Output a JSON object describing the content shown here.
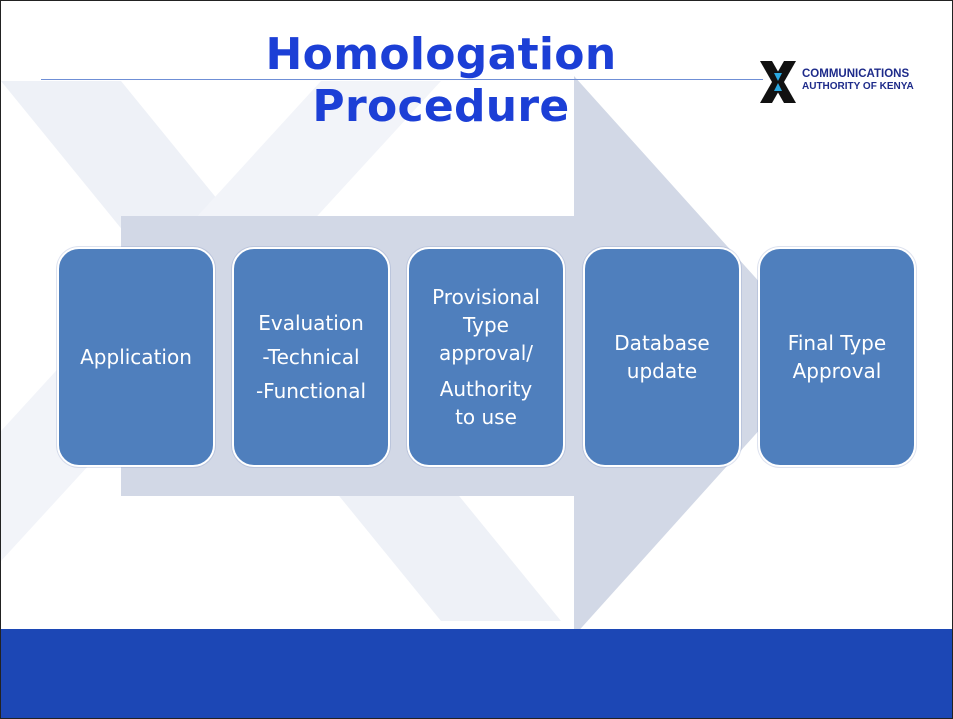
{
  "title": "Homologation Procedure",
  "logo": {
    "line1": "COMMUNICATIONS",
    "line2": "AUTHORITY OF KENYA",
    "icon": "x-mark-logo-icon"
  },
  "steps": [
    {
      "lines": [
        "Application"
      ]
    },
    {
      "lines": [
        "Evaluation",
        "-Technical",
        "-Functional"
      ]
    },
    {
      "lines": [
        "Provisional",
        "Type",
        "approval/",
        "Authority",
        "to use"
      ]
    },
    {
      "lines": [
        "Database",
        "update"
      ]
    },
    {
      "lines": [
        "Final Type",
        "Approval"
      ]
    }
  ],
  "colors": {
    "title": "#1c3fd6",
    "step_fill": "#4f7fbd",
    "arrow": "#d2d8e6",
    "footer": "#1c47b5"
  }
}
